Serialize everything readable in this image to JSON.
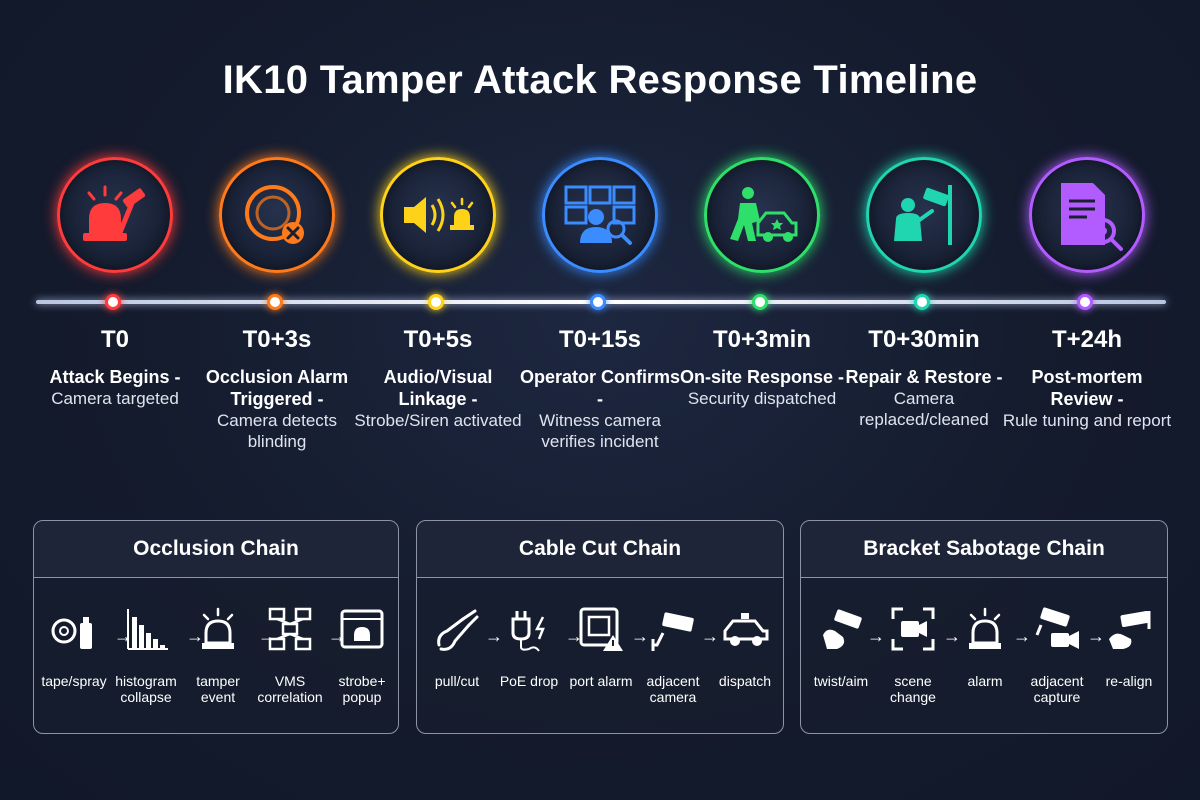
{
  "title": "IK10 Tamper Attack Response Timeline",
  "stages": [
    {
      "time": "T0",
      "event": "Attack Begins -",
      "detail": "Camera targeted",
      "color": "#ff3b3b",
      "icon": "siren-hammer-icon"
    },
    {
      "time": "T0+3s",
      "event": "Occlusion Alarm Triggered -",
      "detail": "Camera detects blinding",
      "color": "#ff7a1a",
      "icon": "lens-blocked-icon"
    },
    {
      "time": "T0+5s",
      "event": "Audio/Visual Linkage -",
      "detail": "Strobe/Siren activated",
      "color": "#ffd21a",
      "icon": "speaker-strobe-icon"
    },
    {
      "time": "T0+15s",
      "event": "Operator Confirms -",
      "detail": "Witness camera verifies incident",
      "color": "#3a8cff",
      "icon": "operator-monitors-icon"
    },
    {
      "time": "T0+3min",
      "event": "On-site Response -",
      "detail": "Security dispatched",
      "color": "#2ee06a",
      "icon": "guard-car-icon"
    },
    {
      "time": "T0+30min",
      "event": "Repair & Restore -",
      "detail": "Camera replaced/cleaned",
      "color": "#1fd6b0",
      "icon": "technician-camera-icon"
    },
    {
      "time": "T+24h",
      "event": "Post-mortem Review -",
      "detail": "Rule tuning and report",
      "color": "#b25cff",
      "icon": "report-gear-icon"
    }
  ],
  "chains": [
    {
      "title": "Occlusion Chain",
      "steps": [
        {
          "label": "tape/spray",
          "icon": "tape-spray-icon"
        },
        {
          "label": "histogram collapse",
          "icon": "histogram-icon"
        },
        {
          "label": "tamper event",
          "icon": "alarm-light-icon"
        },
        {
          "label": "VMS correlation",
          "icon": "network-icon"
        },
        {
          "label": "strobe+ popup",
          "icon": "popup-alarm-icon"
        }
      ]
    },
    {
      "title": "Cable Cut Chain",
      "steps": [
        {
          "label": "pull/cut",
          "icon": "cutter-icon"
        },
        {
          "label": "PoE drop",
          "icon": "plug-icon"
        },
        {
          "label": "port alarm",
          "icon": "port-warning-icon"
        },
        {
          "label": "adjacent camera",
          "icon": "cctv-icon"
        },
        {
          "label": "dispatch",
          "icon": "police-car-icon"
        }
      ]
    },
    {
      "title": "Bracket Sabotage Chain",
      "steps": [
        {
          "label": "twist/aim",
          "icon": "hand-camera-icon"
        },
        {
          "label": "scene change",
          "icon": "scene-frame-icon"
        },
        {
          "label": "alarm",
          "icon": "alarm-light-icon"
        },
        {
          "label": "adjacent capture",
          "icon": "camera-capture-icon"
        },
        {
          "label": "re-align",
          "icon": "realign-camera-icon"
        }
      ]
    }
  ]
}
